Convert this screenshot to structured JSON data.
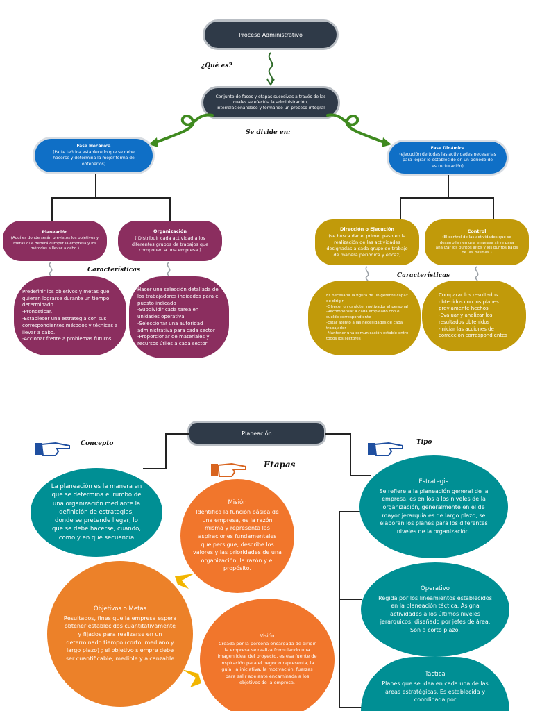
{
  "top": {
    "root": "Proceso Administrativo",
    "que_es": "¿Qué es?",
    "definition": "Conjunto de fases y etapas sucesivas a través de las cuales se efectúa la administración, interrelacionándose y formando un proceso integral",
    "se_divide": "Se divide en:",
    "mecanica": {
      "title": "Fase Mecánica",
      "desc": "(Parte teórica establece lo que se debe hacerse y determina la mejor forma de obtenerlos)"
    },
    "dinamica": {
      "title": "Fase Dinámica",
      "desc": "(ejecución de todas las actividades necesarias para lograr lo establecido en un periodo de estructuración)"
    },
    "planeacion": {
      "title": "Planeación",
      "desc": "(Aquí es donde serán previstos los objetivos y metas que deberá cumplir la empresa y los métodos a llevar a cabo.)",
      "chars": "Predefinir los objetivos y metas que quieran lograrse durante un tiempo determinado.\n-Pronosticar.\n-Establecer una estrategia con sus correspondientes métodos y técnicas a llevar a cabo.\n-Accionar frente a problemas futuros"
    },
    "organizacion": {
      "title": "Organización",
      "desc": "( Distribuir cada actividad a los diferentes grupos de trabajos que componen a una empresa.)",
      "chars": "Hacer una selección detallada de los trabajadores indicados para el puesto indicado\n-Subdividir cada tarea en unidades operativa\n-Seleccionar una autoridad administrativa para cada sector\n-Proporcionar de materiales y recursos útiles a cada sector"
    },
    "direccion": {
      "title": "Dirección o Ejecución",
      "desc": "(se busca dar el primer paso en la realización de las actividades designadas a cada grupo de trabajo de manera periódica y eficaz)",
      "chars": "Es necesaria la figura de un gerente capaz de dirigir\n-Ofrecer un carácter motivador al personal\n-Recompensar a cada empleado con el sueldo correspondiente\n-Estar atento a las necesidades de cada trabajador\n-Mantener una comunicación estable entre todos los sectores"
    },
    "control": {
      "title": "Control",
      "desc": "(El control de las actividades que se desarrollan en una empresa sirve para analizar los puntos altos y los puntos bajos de las mismas.)",
      "chars": "Comparar los resultados obtenidos con los planes previamente hechos\n-Evaluar y analizar los resultados obtenidos\n-Iniciar las acciones de corrección correspondientes"
    },
    "caracteristicas_left": "Características",
    "caracteristicas_right": "Características"
  },
  "bottom": {
    "root": "Planeación",
    "concepto_label": "Concepto",
    "tipo_label": "Tipo",
    "etapas_label": "Etapas",
    "concepto": "La planeación es la manera en que se determina el rumbo de una organización mediante la definición de estrategias, donde se pretende llegar, lo que se debe hacerse, cuando, como y en que secuencia",
    "mision": {
      "title": "Misión",
      "text": "Identifica la función básica de una empresa, es la razón misma y representa las aspiraciones fundamentales que persigue, describe los valores y las prioridades de una organización, la razón y el propósito."
    },
    "objetivos": {
      "title": "Objetivos o Metas",
      "text": "Resultados, fines que la empresa espera obtener establecidos cuantitativamente y fijados para realizarse en un determinado tiempo (corto, mediano y largo plazo) ; el objetivo siempre debe ser cuantificable, medible y alcanzable"
    },
    "vision": {
      "title": "Visión",
      "text": "Creada por la persona encargada de dirigir la empresa se realiza formulando una imagen ideal del proyecto, es esa fuente de inspiración para el negocio representa, la guía, la iniciativa, la motivación, fuerzas para salir adelante encaminada a los objetivos de la empresa."
    },
    "estrategia": {
      "title": "Estrategia",
      "text": "Se refiere a la planeación general de la empresa, es en los a los niveles de la organización, generalmente en el de mayor jerarquía es de largo plazo, se elaboran los planes para los diferentes niveles de la organización."
    },
    "operativo": {
      "title": "Operativo",
      "text": "Regida por los lineamientos establecidos en la planeación táctica. Asigna actividades a los últimos niveles jerárquicos, diseñado por jefes de área, Son a corto plazo."
    },
    "tactica": {
      "title": "Táctica",
      "text": "Planes que se idea en cada una de las áreas estratégicas. Es establecida y coordinada por"
    }
  },
  "colors": {
    "dark": "#2f3a48",
    "blue": "#0f6fc6",
    "plum": "#8b2e5f",
    "gold": "#c19a0a",
    "teal": "#008f94",
    "orange": "#f1762c",
    "green_arrow": "#3f8a1f"
  },
  "icons": [
    "pointing-hand-icon",
    "curly-arrow-icon",
    "chevron-arrow-icon"
  ]
}
